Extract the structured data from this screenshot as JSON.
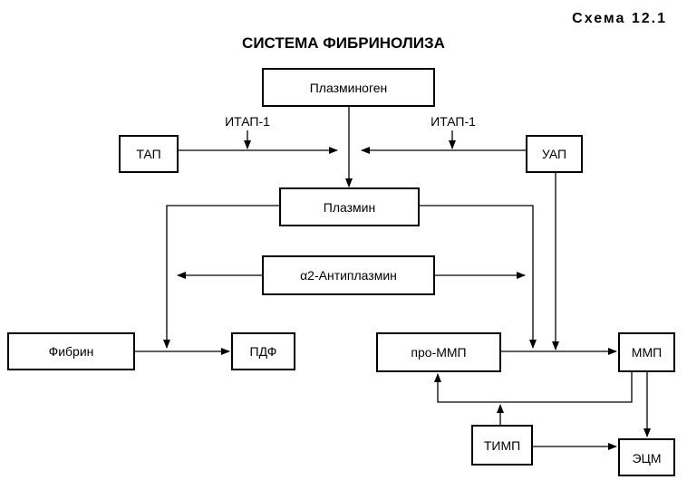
{
  "header": {
    "scheme_label": "Схема 12.1",
    "title": "СИСТЕМА ФИБРИНОЛИЗА"
  },
  "nodes": {
    "plasminogen": "Плазминоген",
    "tap": "ТАП",
    "uap": "УАП",
    "plasmin": "Плазмин",
    "antiplasmin": "α2-Антиплазмин",
    "fibrin": "Фибрин",
    "pdf": "ПДФ",
    "pro_mmp": "про-ММП",
    "mmp": "ММП",
    "timp": "ТИМП",
    "ecm": "ЭЦМ"
  },
  "labels": {
    "itap_left": "ИТАП-1",
    "itap_right": "ИТАП-1"
  },
  "colors": {
    "stroke": "#000000",
    "background": "#ffffff"
  }
}
